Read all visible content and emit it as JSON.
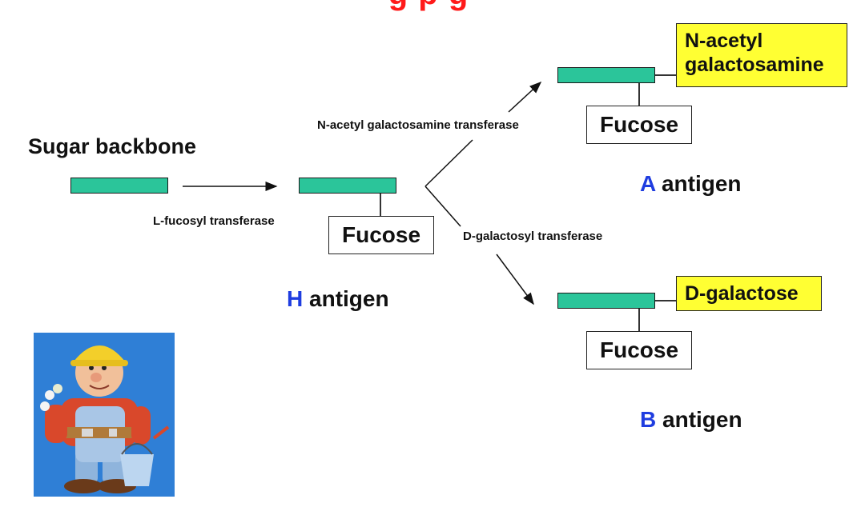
{
  "title_fragment": "g    p    g",
  "backbone_label": "Sugar backbone",
  "enzymes": {
    "fucosyl": "L-fucosyl transferase",
    "nag": "N-acetyl galactosamine transferase",
    "gal": "D-galactosyl transferase"
  },
  "h_antigen": {
    "fucose": "Fucose",
    "letter": "H",
    "label": "antigen"
  },
  "a_antigen": {
    "sugar": "N-acetyl galactosamine",
    "fucose": "Fucose",
    "letter": "A",
    "label": "antigen"
  },
  "b_antigen": {
    "sugar": "D-galactose",
    "fucose": "Fucose",
    "letter": "B",
    "label": "antigen"
  },
  "colors": {
    "bar": "#2bc59a",
    "highlight": "#ffff33",
    "letter": "#1f3de0",
    "title": "#ff1a1a"
  },
  "image": {
    "subject": "cartoon builder illustration"
  }
}
